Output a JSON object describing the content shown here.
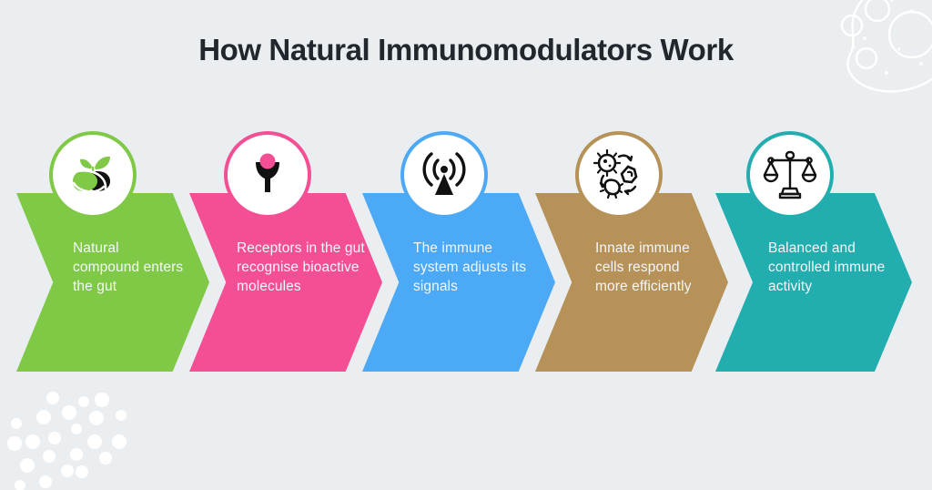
{
  "page": {
    "title": "How Natural Immunomodulators Work",
    "background_color": "#eaeef1",
    "title_color": "#22272e"
  },
  "decor": {
    "blob": "cell-blob-outline",
    "dots": "scattered-dots-cluster",
    "color": "#ffffff"
  },
  "flow": {
    "type": "chevron-process",
    "steps": [
      {
        "index": 1,
        "label": "Natural compound enters the gut",
        "color": "#7FC946",
        "icon": "leaf-seed-icon"
      },
      {
        "index": 2,
        "label": "Receptors in the gut recognise bioactive molecules",
        "color": "#F44F95",
        "icon": "receptor-icon"
      },
      {
        "index": 3,
        "label": "The immune system adjusts its signals",
        "color": "#4CA9F5",
        "icon": "signal-antenna-icon"
      },
      {
        "index": 4,
        "label": "Innate immune cells respond more efficiently",
        "color": "#B69258",
        "icon": "immune-cells-icon"
      },
      {
        "index": 5,
        "label": "Balanced and controlled immune activity",
        "color": "#22ADAF",
        "icon": "balance-scales-icon"
      }
    ]
  }
}
